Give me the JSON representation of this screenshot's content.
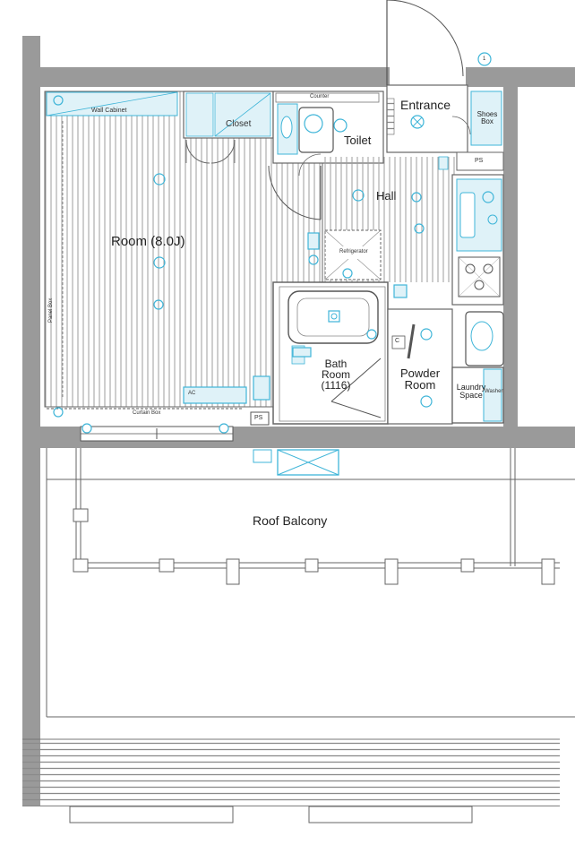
{
  "rooms": {
    "room": "Room (8.0J)",
    "entrance": "Entrance",
    "toilet": "Toilet",
    "hall": "Hall",
    "bath_line1": "Bath",
    "bath_line2": "Room",
    "bath_line3": "(1116)",
    "powder_line1": "Powder",
    "powder_line2": "Room",
    "laundry_line1": "Laundry",
    "laundry_line2": "Space",
    "balcony": "Roof Balcony"
  },
  "fixtures": {
    "wall_cabinet": "Wall Cabinet",
    "closet": "Closet",
    "counter": "Counter",
    "shoes_line1": "Shoes",
    "shoes_line2": "Box",
    "ps_top": "PS",
    "ps_bottom": "PS",
    "curtain_box": "Curtain Box",
    "panel_box": "Panel Box",
    "ac": "AC",
    "c_mark": "C",
    "refrigerator": "Refrigerator",
    "washer": "Washer",
    "circle_number": "1"
  },
  "colors": {
    "wall": "#9a9a9a",
    "wall_dark": "#7c7c7c",
    "line": "#555555",
    "accent": "#3fb5d8",
    "accent_fill": "#dff2f8"
  }
}
